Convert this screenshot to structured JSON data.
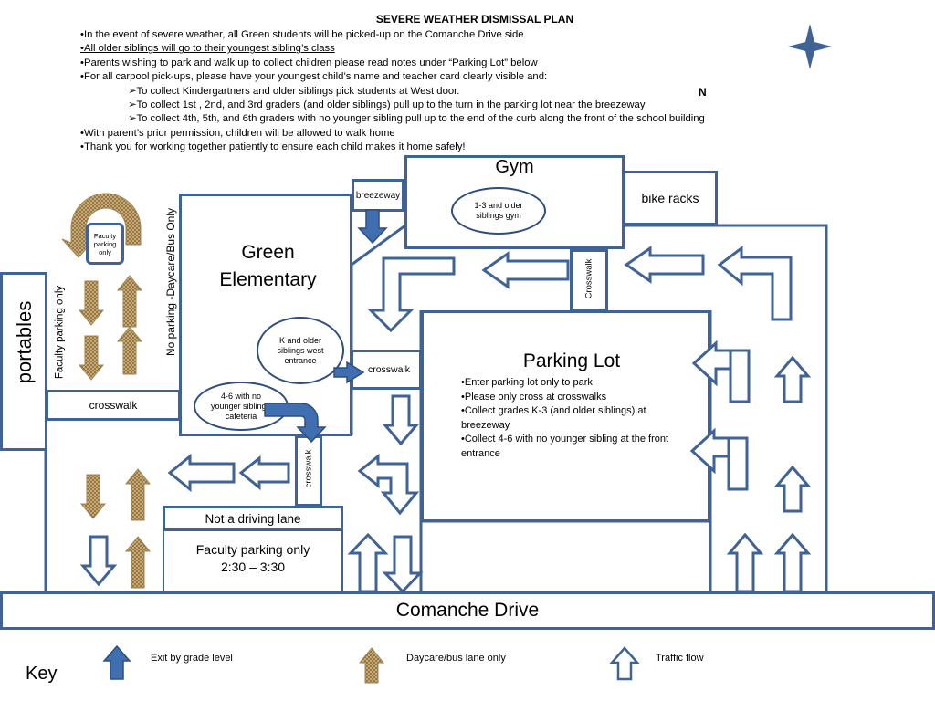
{
  "header": {
    "title": "SEVERE WEATHER DISMISSAL PLAN",
    "north_label": "N"
  },
  "notes": [
    "•In the event of severe weather, all Green students will be picked-up on the Comanche Drive side",
    "•All older siblings will go to their youngest sibling’s class",
    "•Parents wishing to park and walk up to collect children please read notes under “Parking Lot” below",
    "•For all carpool pick-ups, please have your youngest child’s  name and teacher card clearly visible and:",
    "➢To collect Kindergartners  and older siblings pick students at West door.",
    "➢To collect 1st , 2nd, and 3rd graders (and older siblings) pull up to the turn in the parking lot near the breezeway",
    "➢To collect 4th, 5th, and 6th graders with no younger sibling pull up  to the end of the curb along the front of the school building",
    "•With parent’s prior permission, children will be allowed to walk home",
    "•Thank you for working together patiently to ensure each child makes it home safely!"
  ],
  "map": {
    "gym": "Gym",
    "breezeway": "breezeway",
    "gym_oval": "1-3 and older siblings gym",
    "bike_racks": "bike racks",
    "school_line1": "Green",
    "school_line2": "Elementary",
    "k_oval": "K and older siblings west entrance",
    "cafeteria_oval": "4-6 with no younger sibling - cafeteria",
    "faculty_only_sign": "Faculty parking only",
    "no_parking": "No parking -Daycare/Bus Only",
    "faculty_parking_vertical": "Faculty parking only",
    "portables": "portables",
    "crosswalk_left": "crosswalk",
    "crosswalk_mid": "crosswalk",
    "crosswalk_vertical_bottom": "crosswalk",
    "crosswalk_vertical_top": "Crosswalk",
    "not_driving_lane": "Not a driving lane",
    "faculty_lot_line1": "Faculty parking only",
    "faculty_lot_line2": "2:30 – 3:30",
    "parking_lot_title": "Parking Lot",
    "parking_lot_notes": [
      "•Enter parking lot only to park",
      "•Please only cross at crosswalks",
      "•Collect grades K-3 (and older siblings) at breezeway",
      "•Collect 4-6 with no younger sibling  at the front entrance"
    ],
    "street": "Comanche Drive"
  },
  "key": {
    "title": "Key",
    "exit_label": "Exit by grade level",
    "daycare_label": "Daycare/bus lane only",
    "traffic_label": "Traffic flow"
  },
  "colors": {
    "outline": "#3f6395",
    "exit_arrow": "#3f6fb0",
    "bus_arrow": "#c8a96e"
  }
}
